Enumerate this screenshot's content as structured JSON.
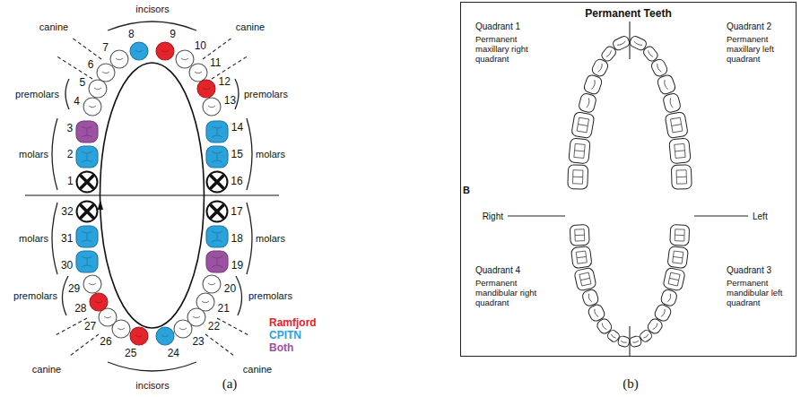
{
  "diagram": {
    "nodes": [
      {
        "text": [
          "Permanent Teeth"
        ]
      }
    ],
    "labels": [
      "incisors",
      "canine",
      "canine",
      "premolars",
      "premolars",
      "molars",
      "molars",
      "1",
      "2",
      "3",
      "4",
      "5",
      "6",
      "7",
      "8",
      "9",
      "10",
      "11",
      "12",
      "13",
      "14",
      "15",
      "16",
      "17",
      "18",
      "19",
      "20",
      "21",
      "22",
      "23",
      "24",
      "25",
      "26",
      "27",
      "28",
      "29",
      "30",
      "31",
      "32",
      "molars",
      "molars",
      "premolars",
      "premolars",
      "canine",
      "canine",
      "incisors",
      "(a)",
      "(b)",
      "Quadrant 1",
      "Permanent maxillary right quadrant",
      "Quadrant 2",
      "Permanent maxillary left quadrant",
      "Right",
      "B",
      "Left",
      "Quadrant 4",
      "Permanent mandibular right quadrant",
      "Quadrant 3",
      "Permanent mandibular left quadrant"
    ],
    "legend": [
      {
        "text": "Ramfjord",
        "color": "#e4232a"
      },
      {
        "text": "CPITN",
        "color": "#2aa3dd"
      },
      {
        "text": "Both",
        "color": "#9c52a3"
      }
    ]
  }
}
